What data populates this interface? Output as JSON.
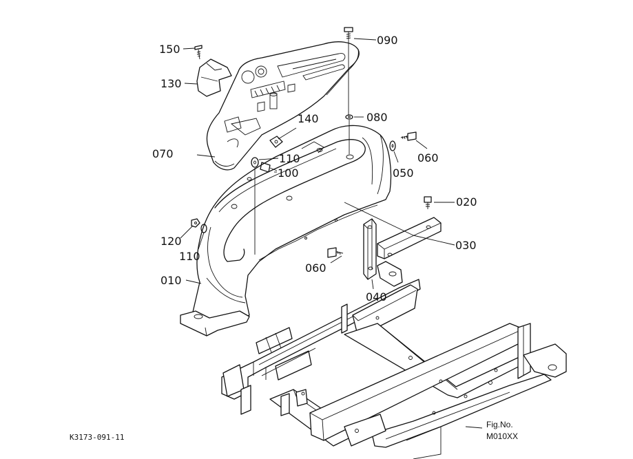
{
  "part_labels": {
    "p150": "150",
    "p130": "130",
    "p070": "070",
    "p140": "140",
    "p110a": "110",
    "p100": "100",
    "p090": "090",
    "p080": "080",
    "p060a": "060",
    "p050": "050",
    "p020": "020",
    "p030": "030",
    "p060b": "060",
    "p040": "040",
    "p120": "120",
    "p110b": "110",
    "p010": "010"
  },
  "figure": {
    "label": "Fig.No.",
    "number": "M010XX"
  },
  "drawing_code": "K3173-091-11"
}
